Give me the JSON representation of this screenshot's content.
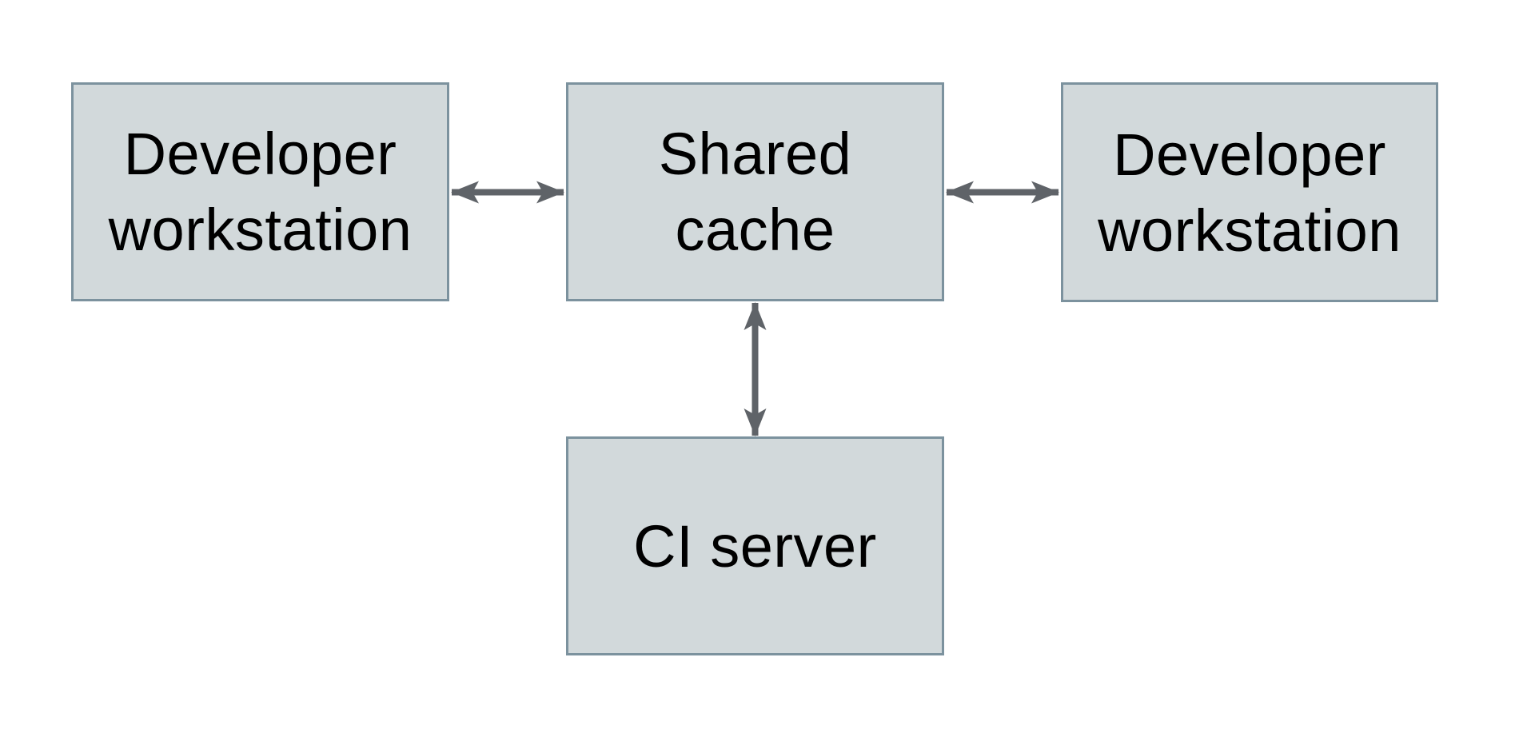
{
  "diagram": {
    "nodes": {
      "developer_workstation_left": {
        "label": "Developer\nworkstation"
      },
      "shared_cache": {
        "label": "Shared\ncache"
      },
      "developer_workstation_right": {
        "label": "Developer\nworkstation"
      },
      "ci_server": {
        "label": "CI server"
      }
    },
    "edges": [
      {
        "from": "developer-workstation-left",
        "to": "shared-cache",
        "style": "double-headed-arrow"
      },
      {
        "from": "shared-cache",
        "to": "developer-workstation-right",
        "style": "double-headed-arrow"
      },
      {
        "from": "shared-cache",
        "to": "ci-server",
        "style": "double-headed-arrow"
      }
    ]
  },
  "colors": {
    "bg": "#ffffff",
    "node_fill": "#d2d9db",
    "node_border": "#7c929e",
    "arrow_color": "#5f6368",
    "text_color": "#000000"
  }
}
